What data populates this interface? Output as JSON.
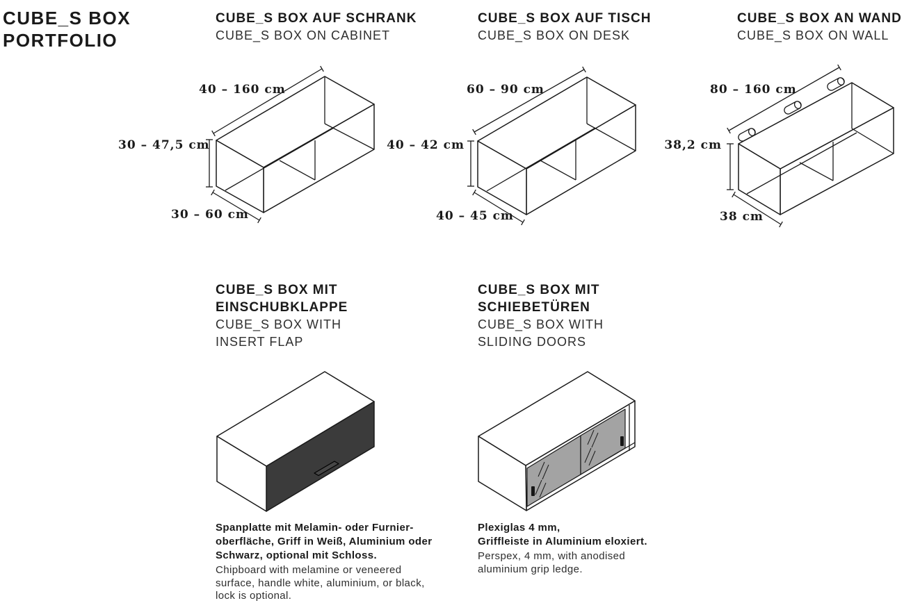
{
  "title": {
    "line1": "CUBE_S BOX",
    "line2": "PORTFOLIO"
  },
  "figures": [
    {
      "name": "box-on-cabinet",
      "title_de": "CUBE_S BOX AUF SCHRANK",
      "title_en": "CUBE_S BOX ON CABINET",
      "dim_width": "40 – 160 cm",
      "dim_height": "30 – 47,5 cm",
      "dim_depth": "30 – 60 cm"
    },
    {
      "name": "box-on-desk",
      "title_de": "CUBE_S BOX AUF TISCH",
      "title_en": "CUBE_S BOX ON DESK",
      "dim_width": "60 – 90 cm",
      "dim_height": "40 – 42 cm",
      "dim_depth": "40 – 45 cm"
    },
    {
      "name": "box-on-wall",
      "title_de": "CUBE_S BOX AN WAND",
      "title_en": "CUBE_S BOX ON WALL",
      "dim_width": "80 – 160 cm",
      "dim_height": "38,2 cm",
      "dim_depth": "38 cm"
    },
    {
      "name": "box-with-insert-flap",
      "title_de_lines": [
        "CUBE_S BOX MIT",
        "EINSCHUBKLAPPE"
      ],
      "title_en_lines": [
        "CUBE_S BOX WITH",
        "INSERT FLAP"
      ],
      "desc_de_lines": [
        "Spanplatte mit Melamin- oder Furnier-",
        "oberfläche, Griff in Weiß, Aluminium oder",
        "Schwarz, optional mit Schloss."
      ],
      "desc_en_lines": [
        "Chipboard with melamine or veneered",
        "surface, handle white, aluminium, or black,",
        "lock is optional."
      ]
    },
    {
      "name": "box-with-sliding-doors",
      "title_de_lines": [
        "CUBE_S BOX MIT",
        "SCHIEBETÜREN"
      ],
      "title_en_lines": [
        "CUBE_S BOX WITH",
        "SLIDING DOORS"
      ],
      "desc_de_lines": [
        "Plexiglas 4 mm,",
        "Griffleiste in Aluminium eloxiert."
      ],
      "desc_en_lines": [
        "Perspex, 4 mm, with anodised",
        "aluminium grip ledge."
      ]
    }
  ],
  "colors": {
    "page_bg": "#ffffff",
    "ink": "#1a1a1a",
    "text_secondary": "#2e2e2e",
    "line": "#1a1a1a",
    "flap": "#3b3b3b",
    "flap_handle": "#474747",
    "door": "#a3a3a3",
    "handle_dark": "#161616"
  }
}
